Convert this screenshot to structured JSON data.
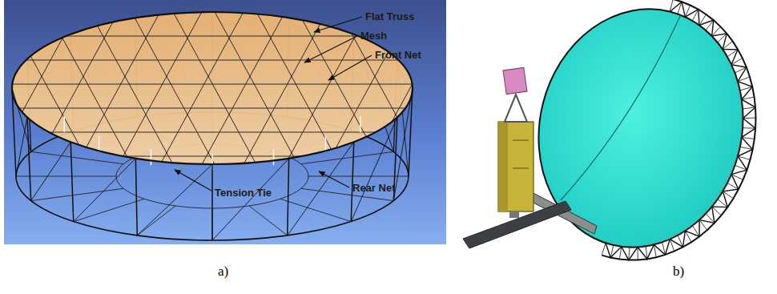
{
  "diagram": {
    "labels": [
      "Flat Truss",
      "Mesh",
      "Front Net",
      "Tension Tie",
      "Rear Net",
      "a)",
      "b)"
    ]
  }
}
